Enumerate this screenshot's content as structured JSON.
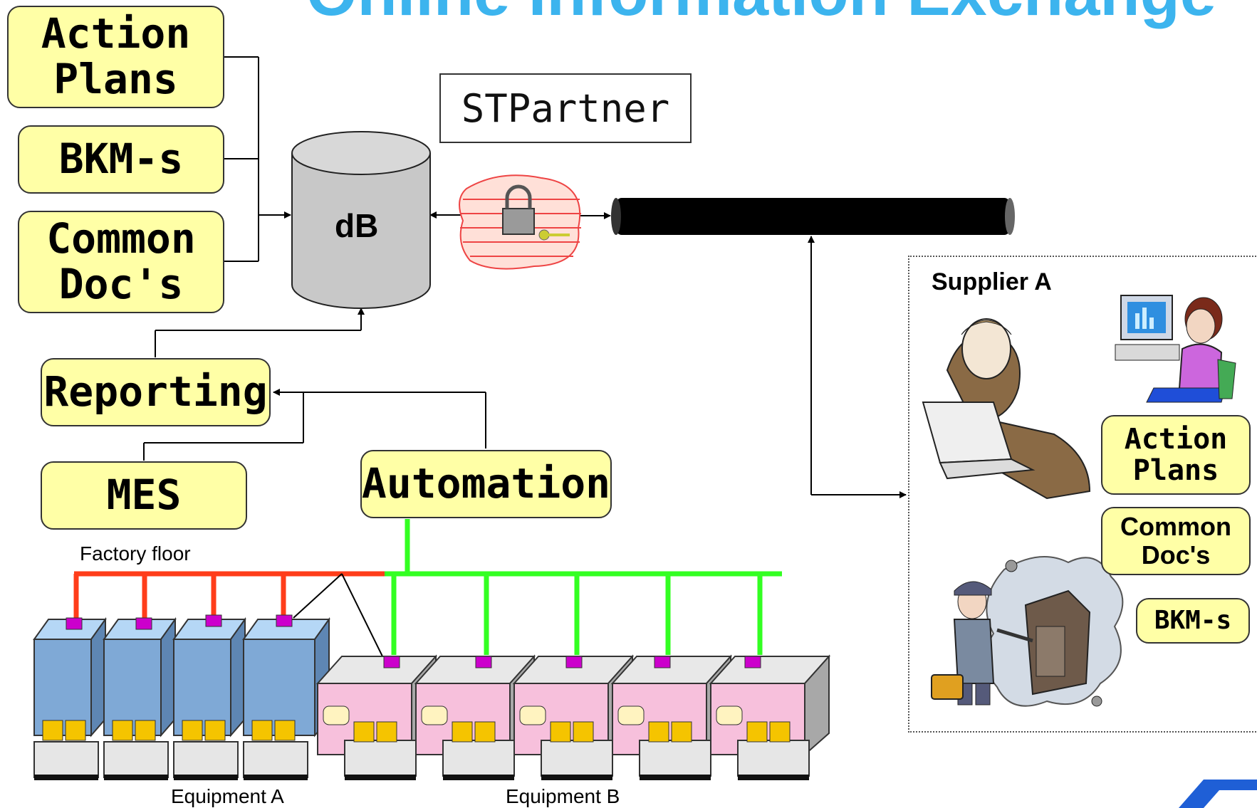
{
  "title": "Online Information Exchange",
  "left_boxes": {
    "action_plans": "Action\nPlans",
    "bkms": "BKM-s",
    "common_docs": "Common\nDoc's"
  },
  "database": {
    "label": "dB"
  },
  "stpartner": "STPartner",
  "reporting": "Reporting",
  "mes": "MES",
  "automation": "Automation",
  "factory_floor": "Factory floor",
  "equipment_a": "Equipment A",
  "equipment_b": "Equipment B",
  "supplier": {
    "name": "Supplier A",
    "action_plans": "Action\nPlans",
    "common_docs": "Common\nDoc's",
    "bkms": "BKM-s"
  },
  "colors": {
    "title": "#3cb4ee",
    "box_fill": "#ffffa6",
    "red_bus": "#ff3d1a",
    "green_bus": "#33ff22",
    "connector": "#cc00cc",
    "equip_a": "#9ec8ee",
    "equip_b": "#f7c0dc"
  }
}
